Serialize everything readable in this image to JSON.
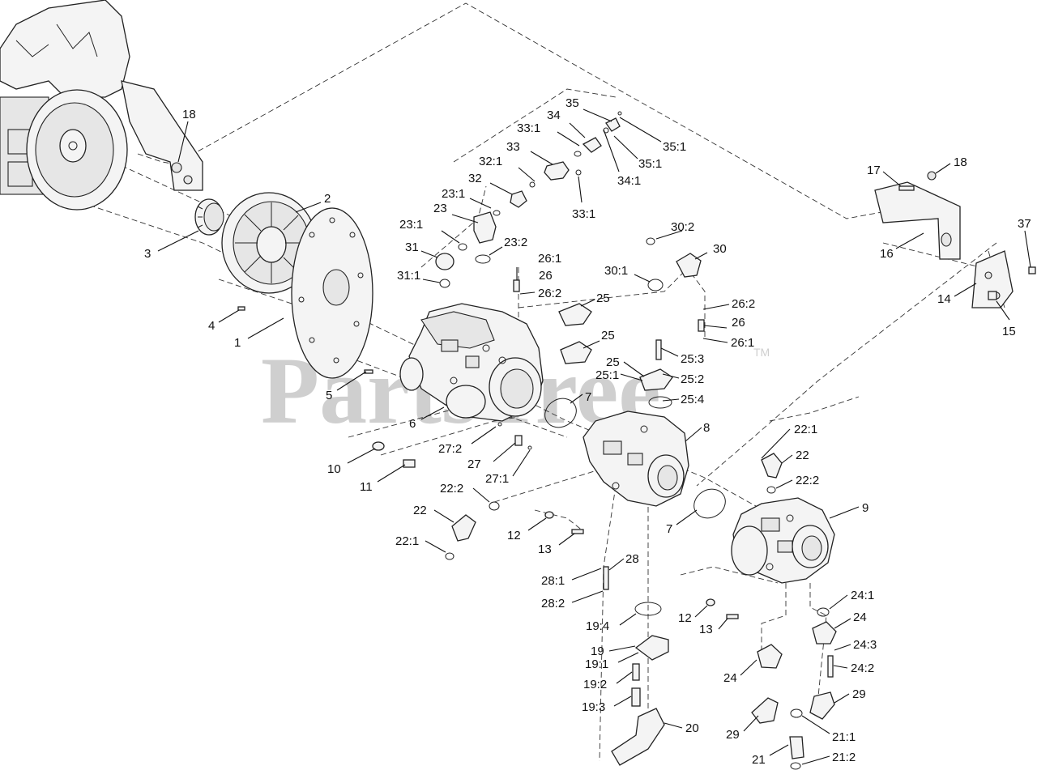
{
  "watermark": {
    "text": "PartsTree",
    "trademark": "TM"
  },
  "labels": [
    {
      "id": "l18a",
      "text": "18"
    },
    {
      "id": "l2",
      "text": "2"
    },
    {
      "id": "l3",
      "text": "3"
    },
    {
      "id": "l4",
      "text": "4"
    },
    {
      "id": "l1",
      "text": "1"
    },
    {
      "id": "l5",
      "text": "5"
    },
    {
      "id": "l6",
      "text": "6"
    },
    {
      "id": "l10",
      "text": "10"
    },
    {
      "id": "l11",
      "text": "11"
    },
    {
      "id": "l35",
      "text": "35"
    },
    {
      "id": "l34",
      "text": "34"
    },
    {
      "id": "l331a",
      "text": "33:1"
    },
    {
      "id": "l351",
      "text": "35:1"
    },
    {
      "id": "l33",
      "text": "33"
    },
    {
      "id": "l351b",
      "text": "35:1"
    },
    {
      "id": "l321",
      "text": "32:1"
    },
    {
      "id": "l341",
      "text": "34:1"
    },
    {
      "id": "l32",
      "text": "32"
    },
    {
      "id": "l331b",
      "text": "33:1"
    },
    {
      "id": "l231a",
      "text": "23:1"
    },
    {
      "id": "l23",
      "text": "23"
    },
    {
      "id": "l231b",
      "text": "23:1"
    },
    {
      "id": "l232",
      "text": "23:2"
    },
    {
      "id": "l31",
      "text": "31"
    },
    {
      "id": "l311",
      "text": "31:1"
    },
    {
      "id": "l302",
      "text": "30:2"
    },
    {
      "id": "l30",
      "text": "30"
    },
    {
      "id": "l261a",
      "text": "26:1"
    },
    {
      "id": "l26a",
      "text": "26"
    },
    {
      "id": "l301",
      "text": "30:1"
    },
    {
      "id": "l262a",
      "text": "26:2"
    },
    {
      "id": "l25a",
      "text": "25"
    },
    {
      "id": "l262b",
      "text": "26:2"
    },
    {
      "id": "l26b",
      "text": "26"
    },
    {
      "id": "l261b",
      "text": "26:1"
    },
    {
      "id": "l25b",
      "text": "25"
    },
    {
      "id": "l253",
      "text": "25:3"
    },
    {
      "id": "l25c",
      "text": "25"
    },
    {
      "id": "l251",
      "text": "25:1"
    },
    {
      "id": "l252",
      "text": "25:2"
    },
    {
      "id": "l254",
      "text": "25:4"
    },
    {
      "id": "l7a",
      "text": "7"
    },
    {
      "id": "l8",
      "text": "8"
    },
    {
      "id": "l272",
      "text": "27:2"
    },
    {
      "id": "l27",
      "text": "27"
    },
    {
      "id": "l271",
      "text": "27:1"
    },
    {
      "id": "l221a",
      "text": "22:1"
    },
    {
      "id": "l22a",
      "text": "22"
    },
    {
      "id": "l222a",
      "text": "22:2"
    },
    {
      "id": "l222b",
      "text": "22:2"
    },
    {
      "id": "l22b",
      "text": "22"
    },
    {
      "id": "l221b",
      "text": "22:1"
    },
    {
      "id": "l12a",
      "text": "12"
    },
    {
      "id": "l13a",
      "text": "13"
    },
    {
      "id": "l7b",
      "text": "7"
    },
    {
      "id": "l9",
      "text": "9"
    },
    {
      "id": "l28",
      "text": "28"
    },
    {
      "id": "l281",
      "text": "28:1"
    },
    {
      "id": "l282",
      "text": "28:2"
    },
    {
      "id": "l194",
      "text": "19:4"
    },
    {
      "id": "l12b",
      "text": "12"
    },
    {
      "id": "l13b",
      "text": "13"
    },
    {
      "id": "l19",
      "text": "19"
    },
    {
      "id": "l191",
      "text": "19:1"
    },
    {
      "id": "l192",
      "text": "19:2"
    },
    {
      "id": "l193",
      "text": "19:3"
    },
    {
      "id": "l20",
      "text": "20"
    },
    {
      "id": "l241",
      "text": "24:1"
    },
    {
      "id": "l24a",
      "text": "24"
    },
    {
      "id": "l243",
      "text": "24:3"
    },
    {
      "id": "l24b",
      "text": "24"
    },
    {
      "id": "l242",
      "text": "24:2"
    },
    {
      "id": "l29a",
      "text": "29"
    },
    {
      "id": "l29b",
      "text": "29"
    },
    {
      "id": "l211",
      "text": "21:1"
    },
    {
      "id": "l21",
      "text": "21"
    },
    {
      "id": "l212",
      "text": "21:2"
    },
    {
      "id": "l17",
      "text": "17"
    },
    {
      "id": "l18b",
      "text": "18"
    },
    {
      "id": "l37",
      "text": "37"
    },
    {
      "id": "l16",
      "text": "16"
    },
    {
      "id": "l14",
      "text": "14"
    },
    {
      "id": "l15",
      "text": "15"
    }
  ]
}
